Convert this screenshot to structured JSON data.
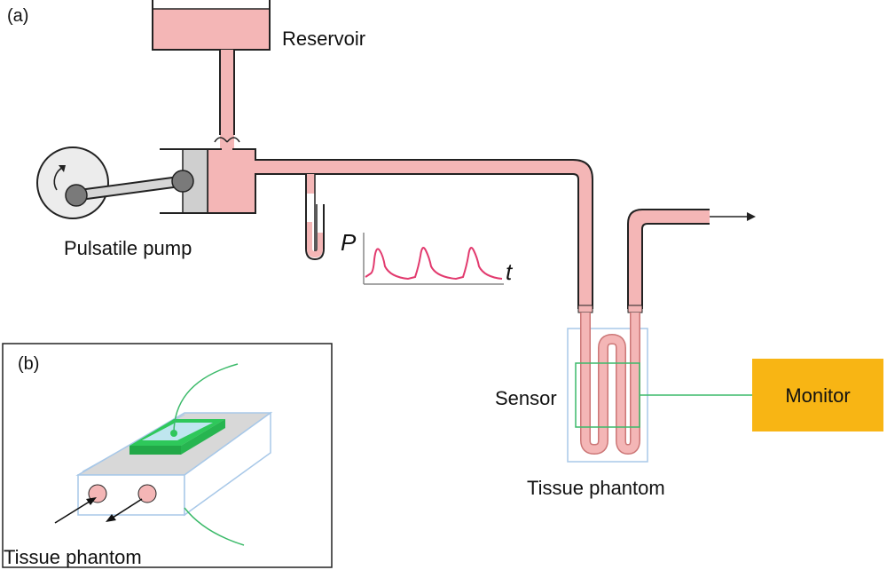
{
  "labels": {
    "panel_a": "(a)",
    "panel_b": "(b)",
    "reservoir": "Reservoir",
    "pump": "Pulsatile pump",
    "pressure": "P",
    "time": "t",
    "sensor": "Sensor",
    "phantom_a": "Tissue phantom",
    "monitor": "Monitor",
    "phantom_b": "Tissue phantom"
  },
  "colors": {
    "fluid": "#f4b6b6",
    "outline": "#222222",
    "pulse_wave": "#e23a6e",
    "monitor": "#f8b514",
    "sensor_wire": "#3cba6a",
    "phantom_box": "#a8c8e8",
    "sensor_patch": "#2ec85a",
    "piston": "#cfcfcf",
    "pump_wheel": "#ececec"
  }
}
